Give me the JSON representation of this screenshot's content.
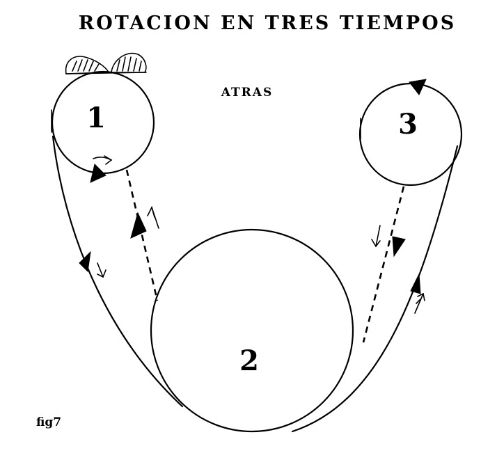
{
  "title": "ROTACION EN TRES TIEMPOS",
  "direction_label": "ATRAS",
  "figure_label": "fig7",
  "circles": [
    {
      "label": "1"
    },
    {
      "label": "2"
    },
    {
      "label": "3"
    }
  ]
}
